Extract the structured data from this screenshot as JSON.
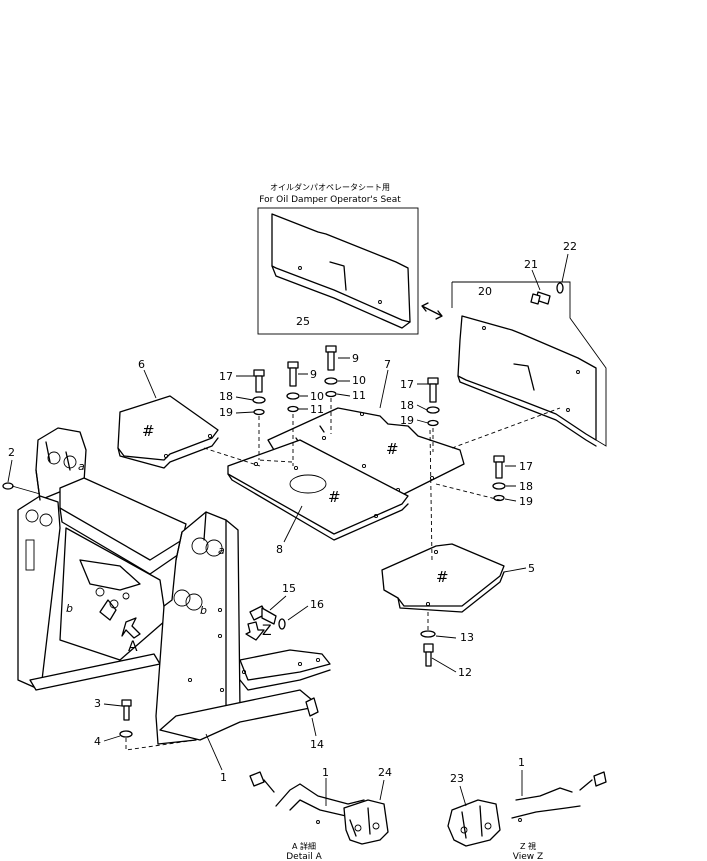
{
  "inset": {
    "caption_jp": "オイルダンパオペレータシート用",
    "caption_en": "For Oil Damper Operator's Seat"
  },
  "callouts": {
    "n1": "1",
    "n1b": "1",
    "n1c": "1",
    "n2": "2",
    "n3": "3",
    "n4": "4",
    "n5": "5",
    "n6": "6",
    "n7": "7",
    "n8": "8",
    "n9a": "9",
    "n9b": "9",
    "n10a": "10",
    "n10b": "10",
    "n11a": "11",
    "n11b": "11",
    "n12": "12",
    "n13": "13",
    "n14": "14",
    "n15": "15",
    "n16": "16",
    "n17a": "17",
    "n17b": "17",
    "n17c": "17",
    "n18a": "18",
    "n18b": "18",
    "n18c": "18",
    "n19a": "19",
    "n19b": "19",
    "n19c": "19",
    "n20": "20",
    "n21": "21",
    "n22": "22",
    "n23": "23",
    "n24": "24",
    "n25": "25"
  },
  "view_letters": {
    "a_mark": "A",
    "z_mark": "Z"
  },
  "detail_a": {
    "jp": "A 詳細",
    "en": "Detail A"
  },
  "view_z": {
    "jp": "Z 視",
    "en": "View Z"
  },
  "hatch_mark": "#"
}
